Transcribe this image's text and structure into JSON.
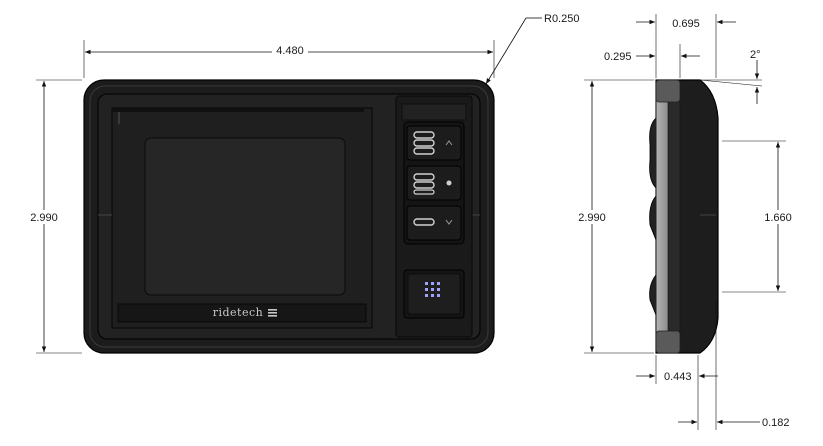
{
  "front_view": {
    "width_dim": "4.480",
    "height_dim": "2.990",
    "corner_radius_dim": "R0.250",
    "brand": "ridetech"
  },
  "side_view": {
    "height_dim": "2.990",
    "top_depth_dim": "0.695",
    "top_offset_dim": "0.295",
    "angle_dim": "2°",
    "mount_height_dim": "1.660",
    "bottom_depth_dim": "0.443",
    "lip_dim": "0.182"
  },
  "colors": {
    "body": "#1e1e1e",
    "bezel": "#2b2b2b",
    "screen": "#2a2a2a",
    "side_silver": "#9a9a9a"
  }
}
